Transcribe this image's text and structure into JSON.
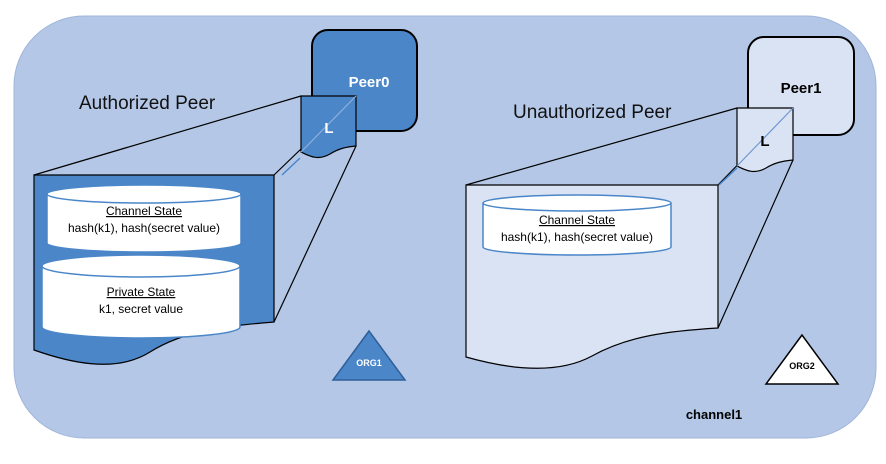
{
  "channel": {
    "label": "channel1"
  },
  "authorized": {
    "title": "Authorized Peer",
    "peer_label": "Peer0",
    "ledger_label": "L",
    "org_label": "ORG1",
    "channel_state": {
      "title": "Channel State",
      "value": "hash(k1), hash(secret value)"
    },
    "private_state": {
      "title": "Private State",
      "value": "k1, secret value"
    }
  },
  "unauthorized": {
    "title": "Unauthorized Peer",
    "peer_label": "Peer1",
    "ledger_label": "L",
    "org_label": "ORG2",
    "channel_state": {
      "title": "Channel State",
      "value": "hash(k1), hash(secret value)"
    }
  },
  "colors": {
    "channel_bg": "#b4c7e7",
    "peer0_fill": "#4a86c8",
    "peer1_fill": "#dae3f3",
    "stroke": "#000000",
    "db_stroke": "#4a86c8"
  }
}
